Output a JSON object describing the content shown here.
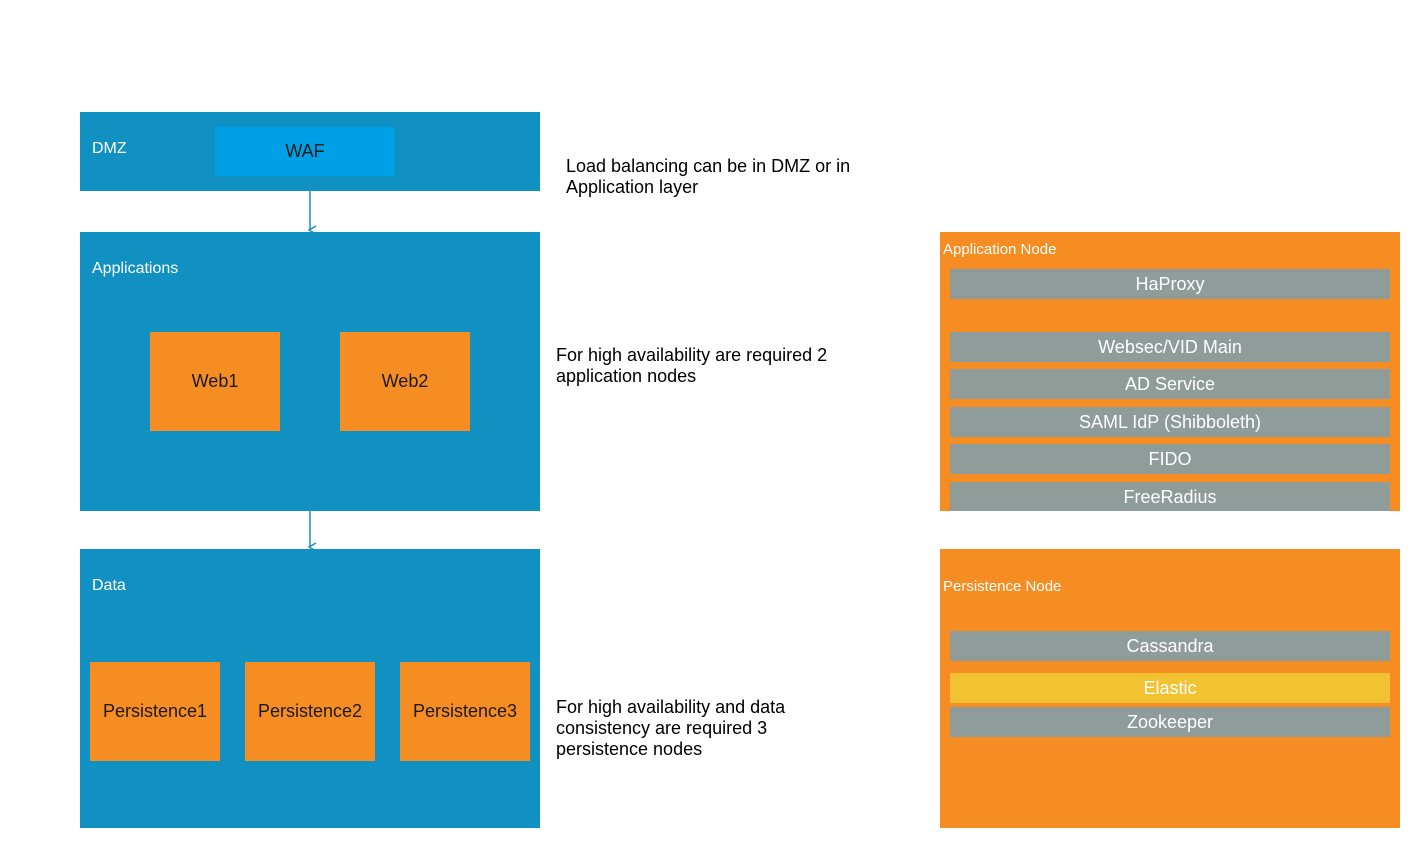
{
  "zones": {
    "dmz": {
      "label": "DMZ",
      "waf": "WAF"
    },
    "applications": {
      "label": "Applications",
      "web1": "Web1",
      "web2": "Web2"
    },
    "data": {
      "label": "Data",
      "p1": "Persistence1",
      "p2": "Persistence2",
      "p3": "Persistence3"
    }
  },
  "notes": {
    "load_balancing": "Load balancing can be in DMZ or in\nApplication layer",
    "app_ha": "For high availability are required 2\napplication nodes",
    "data_ha": "For high availability and data\nconsistency are required 3\npersistence nodes"
  },
  "application_node": {
    "label": "Application Node",
    "services": [
      "HaProxy",
      "Websec/VID Main",
      "AD Service",
      "SAML IdP (Shibboleth)",
      "FIDO",
      "FreeRadius"
    ]
  },
  "persistence_node": {
    "label": "Persistence Node",
    "services": [
      "Cassandra",
      "Elastic",
      "Zookeeper"
    ]
  },
  "colors": {
    "zone": "#1190c2",
    "box": "#f68d23",
    "waf": "#00a0e6",
    "service": "#8f9c99",
    "highlight": "#f1c232"
  }
}
